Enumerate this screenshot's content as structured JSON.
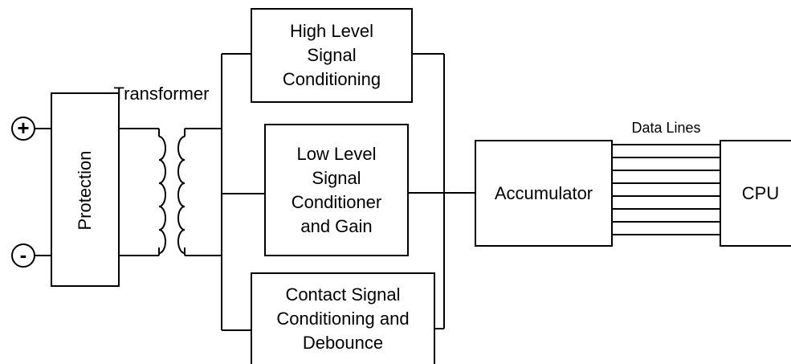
{
  "labels": {
    "transformer": "Transformer",
    "protection": "Protection",
    "high_level": "High Level\nSignal\nConditioning",
    "low_level": "Low Level\nSignal\nConditioner\nand Gain",
    "contact": "Contact Signal\nConditioning and\nDebounce",
    "accumulator": "Accumulator",
    "cpu": "CPU",
    "data_lines": "Data Lines"
  },
  "terminals": {
    "positive": "+",
    "negative": "-"
  }
}
